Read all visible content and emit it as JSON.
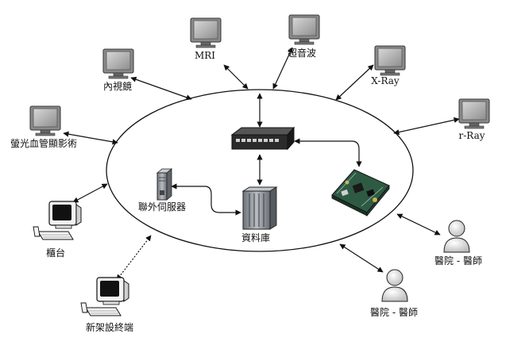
{
  "nodes": {
    "mri": "MRI",
    "ultrasound": "超音波",
    "xray": "X-Ray",
    "rray": "r-Ray",
    "endoscope": "內視鏡",
    "fluoroscopy": "螢光血管顯影術",
    "counter": "櫃台",
    "new_terminal": "新架設終端",
    "doctor_1": "醫院 - 醫師",
    "doctor_2": "醫院 - 醫師",
    "external_server": "聯外伺服器",
    "database": "資料庫"
  },
  "colors": {
    "line": "#111111",
    "monitor_frame": "#7a7a7a",
    "screen": "#a9a9a9",
    "switch_body": "#2b2b2b",
    "server": "#8a8f96",
    "board": "#2e5a44"
  }
}
